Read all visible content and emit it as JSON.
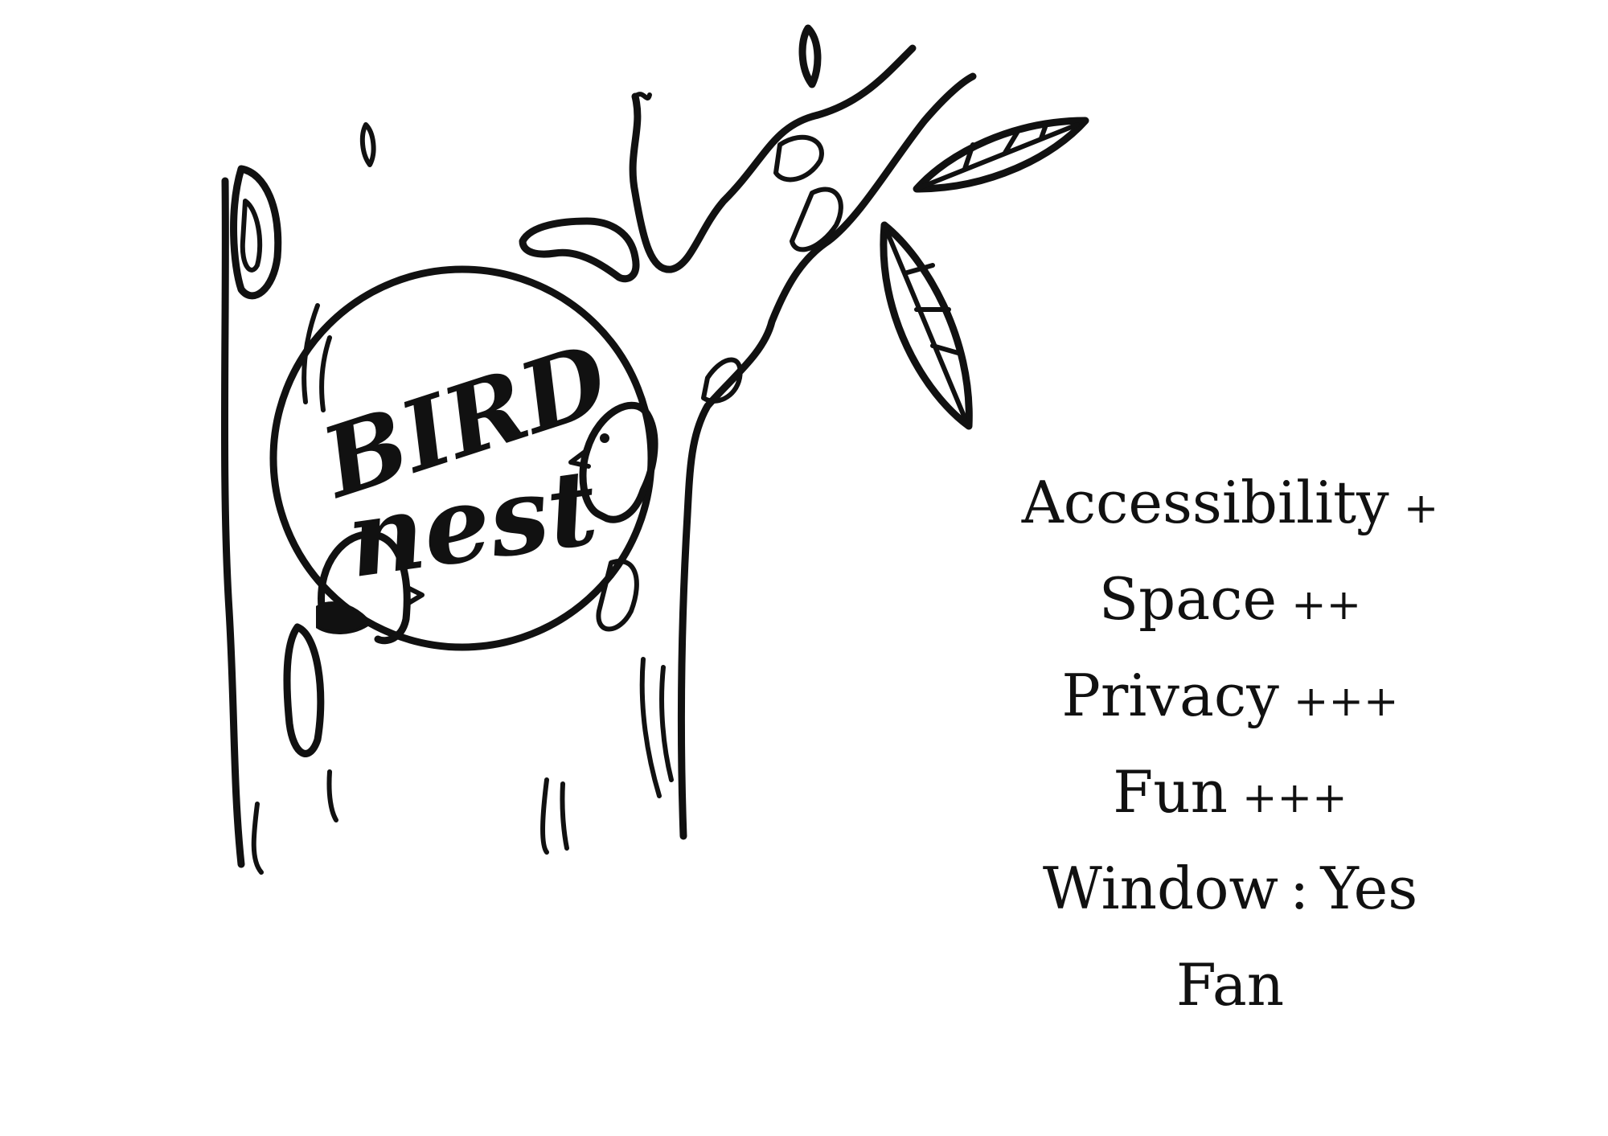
{
  "logo": {
    "word1": "BIRD",
    "word2": "nest"
  },
  "features": [
    {
      "name": "Accessibility",
      "rating": "+"
    },
    {
      "name": "Space",
      "rating": "++"
    },
    {
      "name": "Privacy",
      "rating": "+++"
    },
    {
      "name": "Fun",
      "rating": "+++"
    },
    {
      "name": "Window",
      "separator": ":",
      "rating": "Yes"
    },
    {
      "name": "Fan"
    }
  ],
  "colors": {
    "ink": "#111111",
    "background": "#ffffff"
  }
}
